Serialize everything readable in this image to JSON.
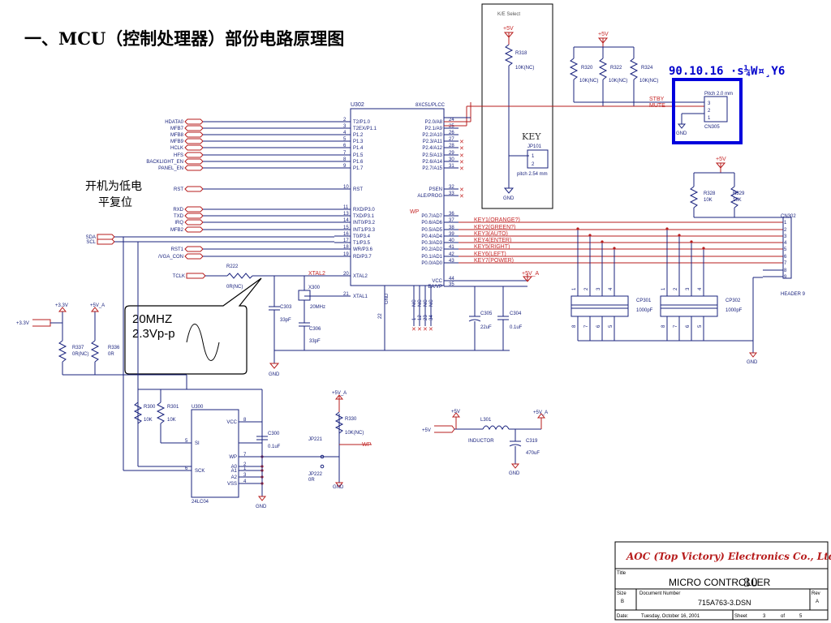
{
  "title": "一、MCU（控制处理器）部份电路原理图",
  "annotations": {
    "reset_note_1": "开机为低电",
    "reset_note_2": "平复位",
    "date_note": "90.10.16 ·s¼W¤¸Y6",
    "osc_1": "20MHZ",
    "osc_2": "2.3Vp-p"
  },
  "ke_select": {
    "label": "K/E Select",
    "key": "KEY",
    "jp": "JP101",
    "pitch": "pitch 2.54 mm",
    "gnd": "GND",
    "pins": [
      "1",
      "2"
    ]
  },
  "mcu": {
    "ref": "U302",
    "part": "8XC51/PLCC",
    "left": [
      [
        "2",
        "T2/P1.0"
      ],
      [
        "3",
        "T2EX/P1.1"
      ],
      [
        "4",
        "P1.2"
      ],
      [
        "5",
        "P1.3"
      ],
      [
        "6",
        "P1.4"
      ],
      [
        "7",
        "P1.5"
      ],
      [
        "8",
        "P1.6"
      ],
      [
        "9",
        "P1.7"
      ],
      [
        "10",
        "RST"
      ],
      [
        "11",
        "RXD/P3.0"
      ],
      [
        "13",
        "TXD/P3.1"
      ],
      [
        "14",
        "INT0/P3.2"
      ],
      [
        "15",
        "INT1/P3.3"
      ],
      [
        "16",
        "T0/P3.4"
      ],
      [
        "17",
        "T1/P3.5"
      ],
      [
        "18",
        "WR/P3.6"
      ],
      [
        "19",
        "RD/P3.7"
      ],
      [
        "20",
        "XTAL2"
      ],
      [
        "21",
        "XTAL1"
      ]
    ],
    "right": [
      [
        "24",
        "P2.0/A8"
      ],
      [
        "25",
        "P2.1/A9"
      ],
      [
        "26",
        "P2.2/A10"
      ],
      [
        "27",
        "P2.3/A11"
      ],
      [
        "28",
        "P2.4/A12"
      ],
      [
        "29",
        "P2.5/A13"
      ],
      [
        "30",
        "P2.6/A14"
      ],
      [
        "31",
        "P2.7/A15"
      ],
      [
        "32",
        "PSEN"
      ],
      [
        "33",
        "ALE/PROG"
      ],
      [
        "36",
        "P0.7/AD7"
      ],
      [
        "37",
        "P0.6/AD6"
      ],
      [
        "38",
        "P0.5/AD5"
      ],
      [
        "39",
        "P0.4/AD4"
      ],
      [
        "40",
        "P0.3/AD3"
      ],
      [
        "41",
        "P0.2/AD2"
      ],
      [
        "42",
        "P0.1/AD1"
      ],
      [
        "43",
        "P0.0/AD0"
      ],
      [
        "44",
        "VCC"
      ],
      [
        "35",
        "EA/VP"
      ]
    ],
    "gnd": "GND",
    "nc": [
      "NC",
      "NC",
      "NC",
      "NC"
    ],
    "nc_pins": [
      "1",
      "12",
      "23",
      "34"
    ],
    "pin22": "22"
  },
  "left_nets": [
    "HDATA0",
    "MFB7",
    "MFB8",
    "MFB9",
    "HCLK",
    "HFS",
    "BACKLIGHT_EN",
    "PANEL_EN",
    "RST",
    "RXD",
    "TXD",
    "IRQ",
    "MFB2",
    "SDA",
    "SCL",
    "RST1",
    "/VGA_CON",
    "TCLK"
  ],
  "keys": [
    "KEY1(ORANGE?)",
    "KEY2(GREEN?)",
    "KEY3(AUTO)",
    "KEY4(ENTER)",
    "KEY5(RIGHT)",
    "KEY6(LEFT)",
    "KEY7(POWER)"
  ],
  "nets": {
    "stby": "STBY",
    "mute": "MUTE",
    "wp": "WP",
    "xtal2": "XTAL2"
  },
  "resistors": [
    {
      "ref": "R318",
      "val": "10K(NC)"
    },
    {
      "ref": "R320",
      "val": "10K(NC)"
    },
    {
      "ref": "R322",
      "val": "10K(NC)"
    },
    {
      "ref": "R324",
      "val": "10K(NC)"
    },
    {
      "ref": "R328",
      "val": "10K"
    },
    {
      "ref": "R329",
      "val": "10K"
    },
    {
      "ref": "R222",
      "val": "0R(NC)"
    },
    {
      "ref": "R337",
      "val": "0R(NC)"
    },
    {
      "ref": "R336",
      "val": "0R"
    },
    {
      "ref": "R300",
      "val": "10K"
    },
    {
      "ref": "R301",
      "val": "10K"
    },
    {
      "ref": "R330",
      "val": "10K(NC)"
    }
  ],
  "caps": [
    {
      "ref": "C303",
      "val": "33pF"
    },
    {
      "ref": "C306",
      "val": "33pF"
    },
    {
      "ref": "C305",
      "val": "22uF"
    },
    {
      "ref": "C304",
      "val": "0.1uF"
    },
    {
      "ref": "C300",
      "val": "0.1uF"
    },
    {
      "ref": "C319",
      "val": "470uF"
    }
  ],
  "crystal": {
    "ref": "X300",
    "val": "20MHz"
  },
  "cn305": {
    "ref": "CN305",
    "pitch": "Pitch 2.0 mm",
    "pins": [
      "3",
      "2",
      "1"
    ],
    "gnd": "GND"
  },
  "cn302": {
    "ref": "CN302",
    "name": "HEADER 9",
    "pins": [
      "1",
      "2",
      "3",
      "4",
      "5",
      "6",
      "7",
      "8",
      "9"
    ]
  },
  "cp301": {
    "ref": "CP301",
    "val": "1000pF",
    "top": [
      "1",
      "2",
      "3",
      "4"
    ],
    "bot": [
      "8",
      "7",
      "6",
      "5"
    ]
  },
  "cp302": {
    "ref": "CP302",
    "val": "1000pF",
    "top": [
      "1",
      "2",
      "3",
      "4"
    ],
    "bot": [
      "8",
      "7",
      "6",
      "5"
    ]
  },
  "eeprom": {
    "ref": "U300",
    "part": "24LC04",
    "pins": [
      [
        "8",
        "VCC"
      ],
      [
        "5",
        "SI"
      ],
      [
        "6",
        "SCK"
      ],
      [
        "7",
        "WP"
      ],
      [
        "2",
        "A0"
      ],
      [
        "1",
        "A1"
      ],
      [
        "3",
        "A2"
      ],
      [
        "4",
        "VSS"
      ]
    ]
  },
  "jp": {
    "jp221": "JP221",
    "jp222": "JP222",
    "jp222_val": "0R"
  },
  "inductor": {
    "ref": "L301",
    "name": "INDUCTOR"
  },
  "power": {
    "p5v": "+5V",
    "p5va": "+5V_A",
    "p33v": "+3.3V",
    "gnd": "GND"
  },
  "title_block": {
    "company": "AOC (Top Victory) Electronics Co., Ltd.",
    "title_lbl": "Title",
    "title": "MICRO CONTROLLER",
    "title_over": "30",
    "size_lbl": "Size",
    "size": "B",
    "docnum_lbl": "Document Number",
    "docnum": "715A763-3.DSN",
    "rev_lbl": "Rev",
    "rev": "A",
    "date_lbl": "Date:",
    "date": "Tuesday, October 16, 2001",
    "sheet_lbl": "Sheet",
    "sheet": "3",
    "of_lbl": "of",
    "of": "5"
  }
}
